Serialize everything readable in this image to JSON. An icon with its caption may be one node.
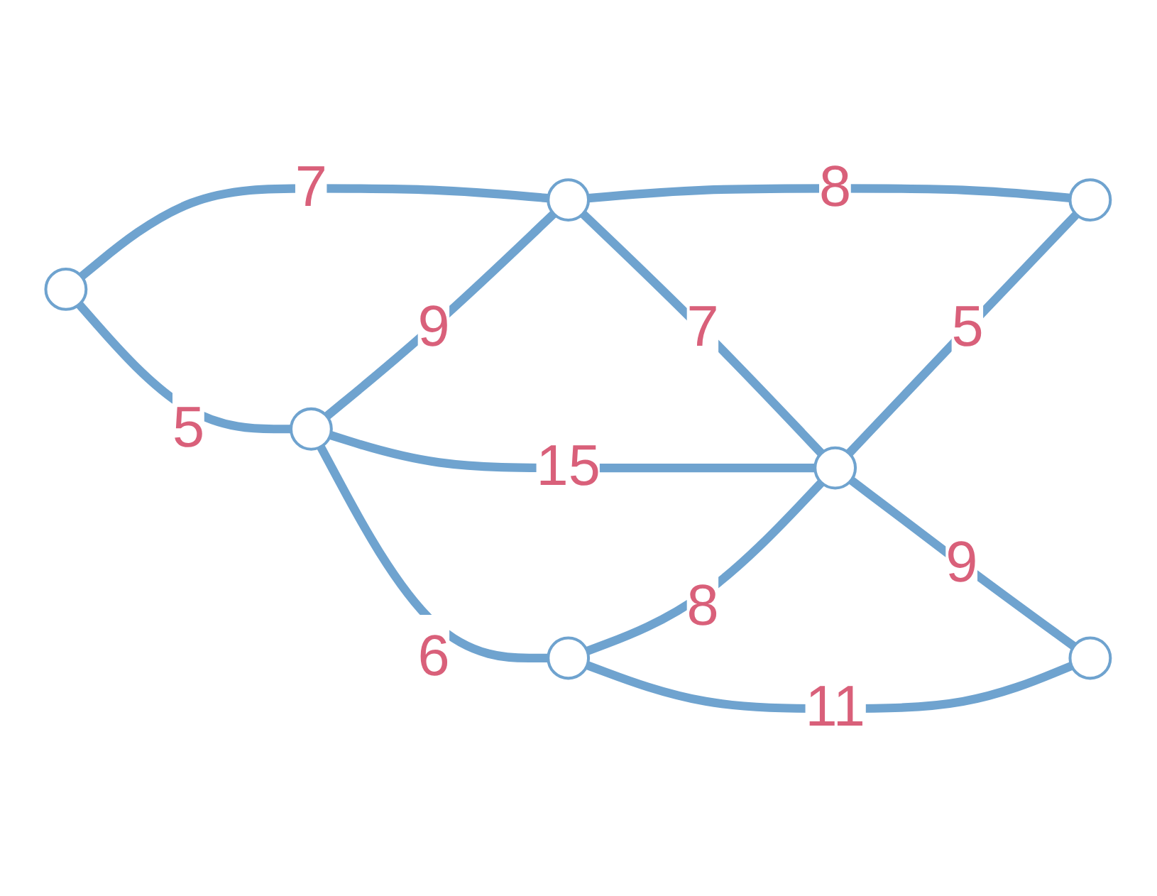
{
  "diagram": {
    "nodes": [
      {
        "text": [],
        "shape": "circle"
      },
      {
        "text": [],
        "shape": "circle"
      },
      {
        "text": [],
        "shape": "circle"
      },
      {
        "text": [],
        "shape": "circle"
      },
      {
        "text": [],
        "shape": "circle"
      },
      {
        "text": [],
        "shape": "circle"
      },
      {
        "text": [],
        "shape": "circle"
      }
    ],
    "edges": [
      {
        "from": 0,
        "to": 1,
        "arrow": "none",
        "label": "7"
      },
      {
        "from": 1,
        "to": 2,
        "arrow": "none",
        "label": "8"
      },
      {
        "from": 0,
        "to": 3,
        "arrow": "none",
        "label": "5"
      },
      {
        "from": 3,
        "to": 1,
        "arrow": "none",
        "label": "9"
      },
      {
        "from": 1,
        "to": 4,
        "arrow": "none",
        "label": "7"
      },
      {
        "from": 4,
        "to": 2,
        "arrow": "none",
        "label": "5"
      },
      {
        "from": 3,
        "to": 4,
        "arrow": "none",
        "label": "15"
      },
      {
        "from": 3,
        "to": 5,
        "arrow": "none",
        "label": "6"
      },
      {
        "from": 5,
        "to": 4,
        "arrow": "none",
        "label": "8"
      },
      {
        "from": 4,
        "to": 6,
        "arrow": "none",
        "label": "9"
      },
      {
        "from": 5,
        "to": 6,
        "arrow": "none",
        "label": "11"
      }
    ]
  }
}
